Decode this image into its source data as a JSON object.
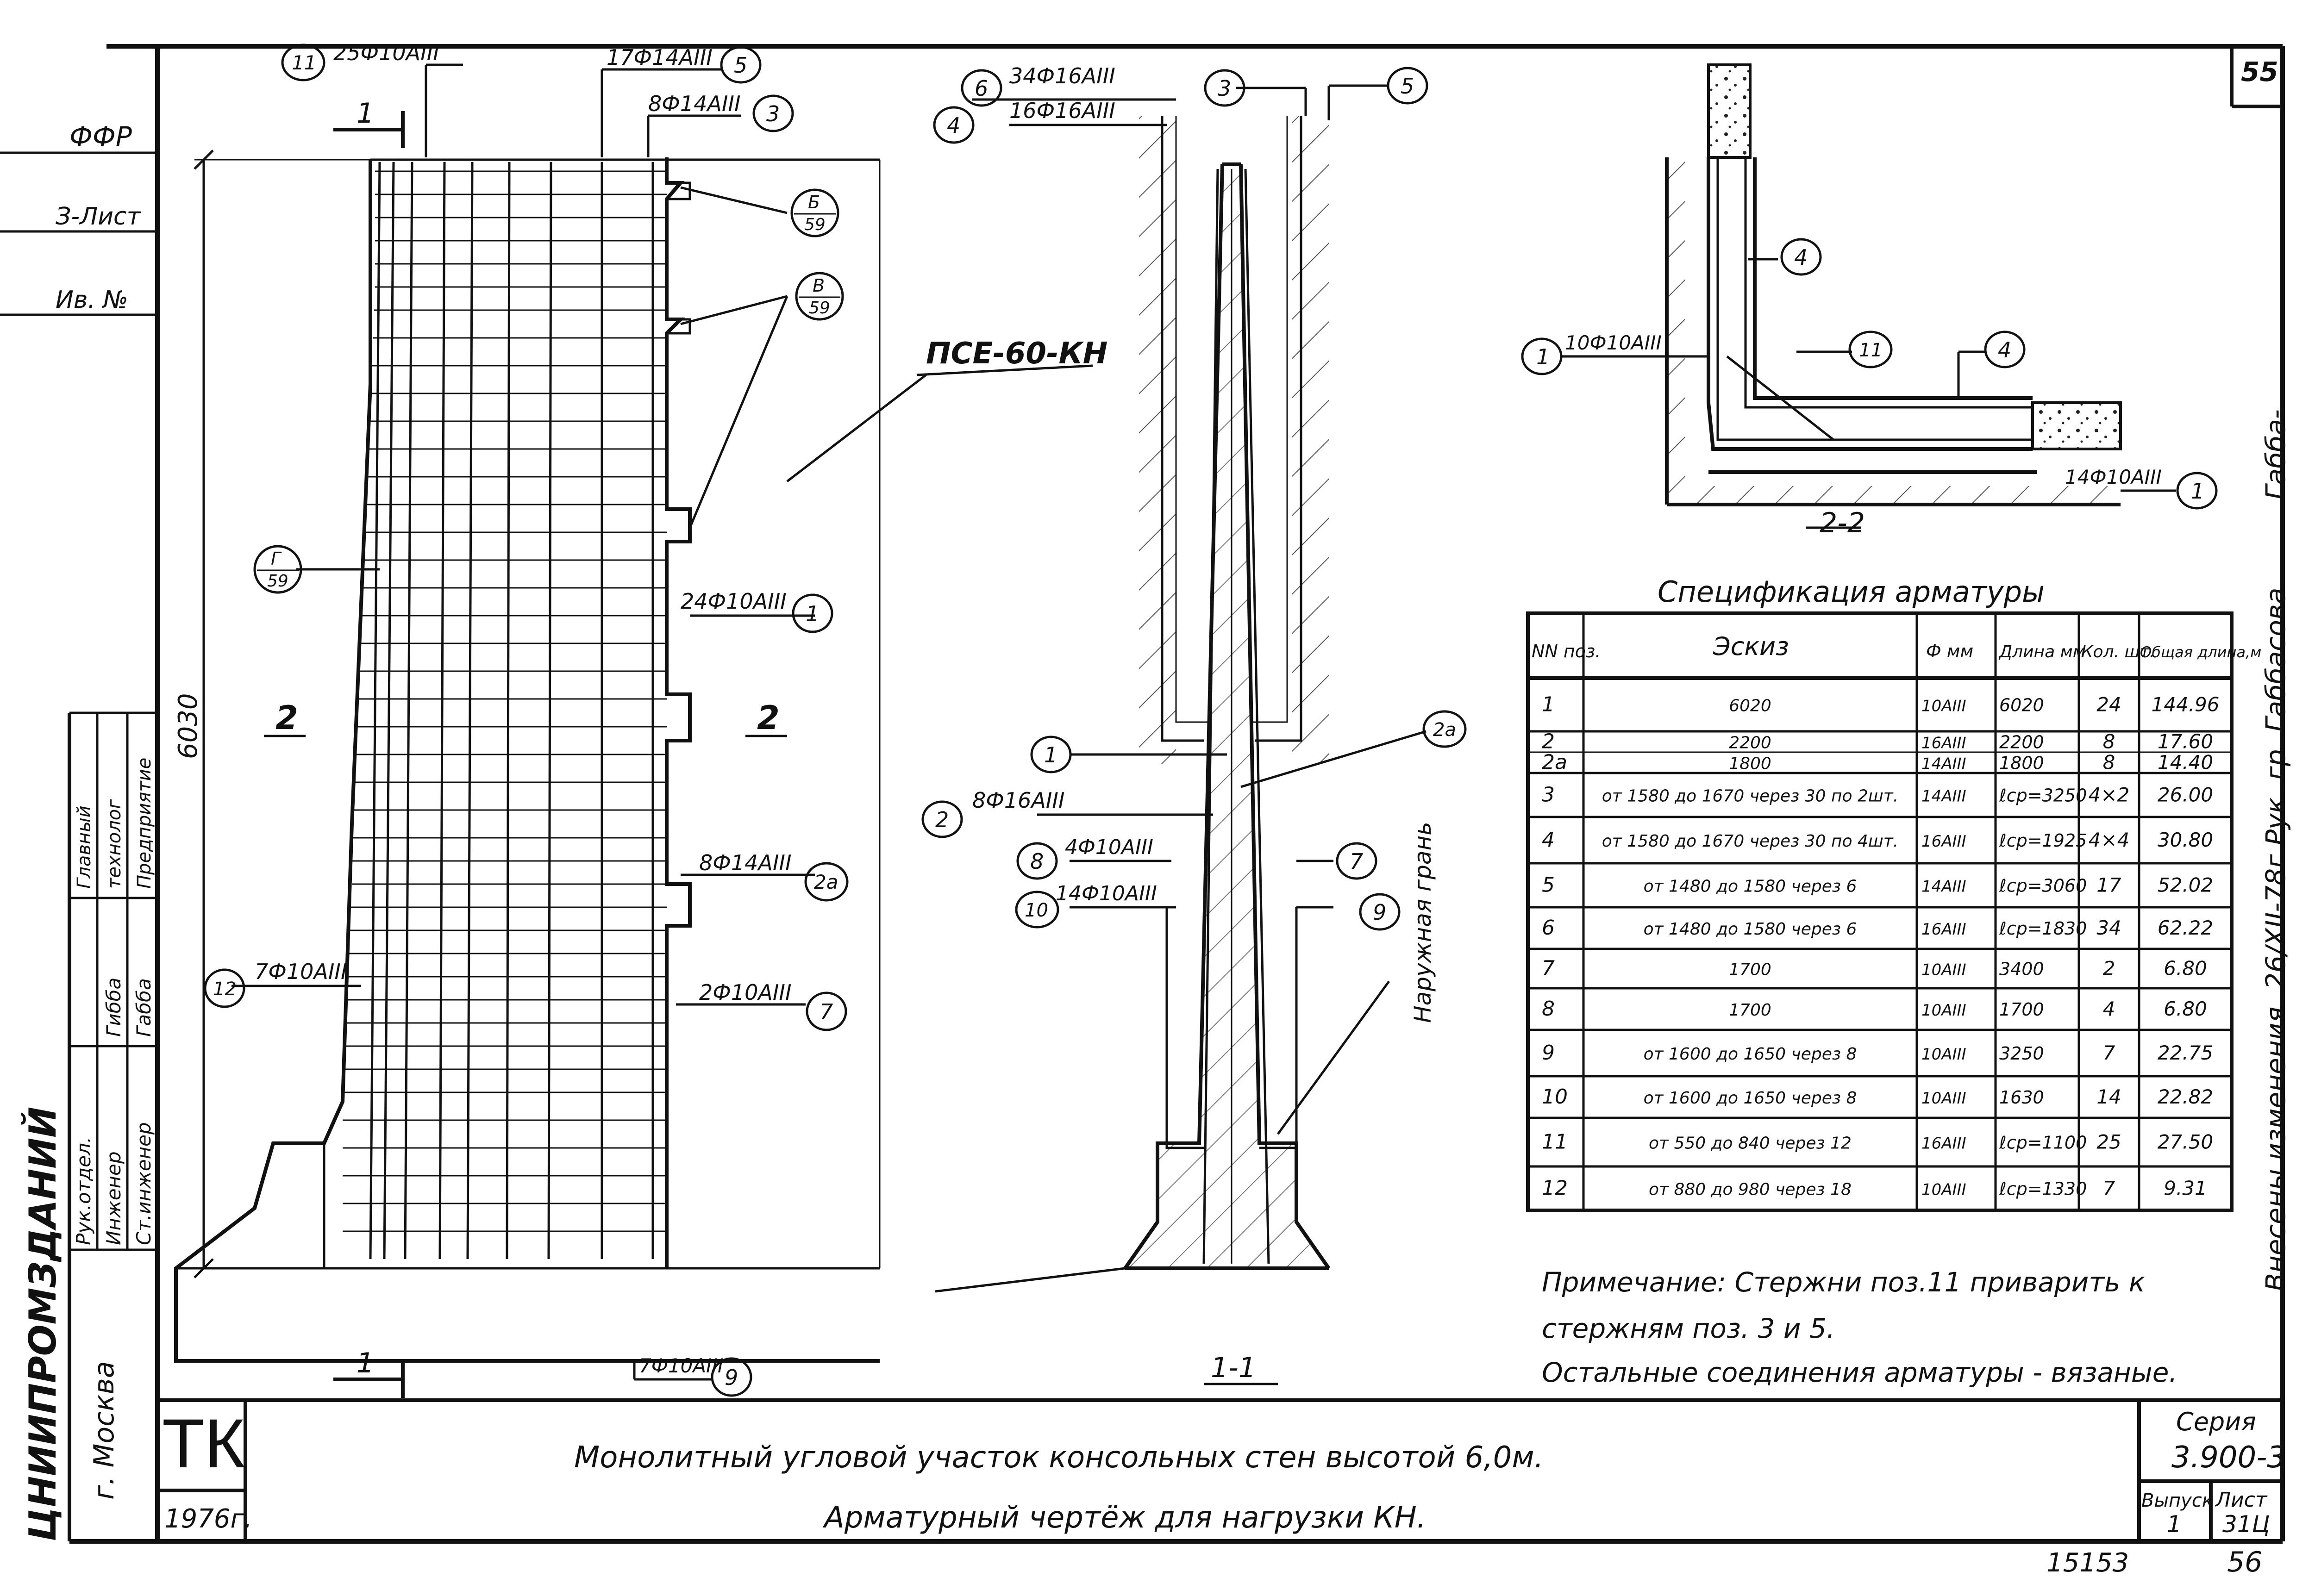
{
  "sheet": {
    "page_number_top": "55",
    "page_number_bottom": "56",
    "doc_number": "15153",
    "org_name": "ЦНИИПРОМЗДАНИЙ",
    "city": "г. Москва",
    "tk_mark": "ТК",
    "year": "1976г.",
    "title_line1": "Монолитный угловой участок консольных стен высотой 6,0м.",
    "title_line2": "Арматурный чертёж для нагрузки КН.",
    "series_label": "Серия",
    "series_value": "3.900-3",
    "issue_label": "Выпуск",
    "issue_value": "1",
    "sheet_label": "Лист",
    "sheet_value": "31Ц",
    "revision_note": "Внесены изменения. 26/XII-78г Рук. гр. Габбасова",
    "revision_sign": "Габба-"
  },
  "left_stamp": {
    "rows": [
      {
        "role": "Рук.отдел.",
        "name": "",
        "dept": "Главный"
      },
      {
        "role": "Инженер",
        "name": "Гибба",
        "dept": "технолог"
      },
      {
        "role": "Ст.инженер",
        "name": "Габба",
        "dept": "Предприятие"
      }
    ],
    "side_labels": [
      "ФФР",
      "З-Лист",
      "Ив. №"
    ]
  },
  "elevation": {
    "mark": "ПСЕ-60-КН",
    "height_dim": "6030",
    "section_top": "1",
    "section_bottom": "1",
    "section_left": "2",
    "section_right": "2",
    "callouts": [
      {
        "num": "11",
        "text": "25Ф10АIII"
      },
      {
        "num": "5",
        "text": "17Ф14АIII"
      },
      {
        "num": "3",
        "text": "8Ф14АIII"
      },
      {
        "num": "1",
        "text": "24Ф10АIII"
      },
      {
        "num": "2а",
        "text": "8Ф14АIII"
      },
      {
        "num": "7",
        "text": "2Ф10АIII"
      },
      {
        "num": "12",
        "text": "7Ф10АIII"
      },
      {
        "num": "9",
        "text": "7Ф10АIII"
      }
    ],
    "node_refs": [
      {
        "top": "Б",
        "bottom": "59"
      },
      {
        "top": "В",
        "bottom": "59"
      },
      {
        "top": "Г",
        "bottom": "59"
      }
    ]
  },
  "section_1_1": {
    "label": "1-1",
    "outer_face": "Наружная грань",
    "callouts": [
      {
        "num": "6",
        "text": "34Ф16АIII"
      },
      {
        "num": "4",
        "text": "16Ф16АIII"
      },
      {
        "num": "3",
        "text": ""
      },
      {
        "num": "5",
        "text": ""
      },
      {
        "num": "1",
        "text": ""
      },
      {
        "num": "2",
        "text": "8Ф16АIII"
      },
      {
        "num": "2а",
        "text": ""
      },
      {
        "num": "8",
        "text": "4Ф10АIII"
      },
      {
        "num": "10",
        "text": "14Ф10АIII"
      },
      {
        "num": "7",
        "text": ""
      },
      {
        "num": "9",
        "text": ""
      }
    ]
  },
  "section_2_2": {
    "label": "2-2",
    "callouts": [
      {
        "num": "4",
        "text": ""
      },
      {
        "num": "11",
        "text": ""
      },
      {
        "num": "4",
        "text": ""
      },
      {
        "num": "1",
        "text": "10Ф10АIII"
      },
      {
        "num": "1",
        "text": "14Ф10АIII"
      }
    ]
  },
  "spec": {
    "title": "Спецификация арматуры",
    "headers": [
      "NN поз.",
      "Эскиз",
      "Ф мм",
      "Длина мм",
      "Кол. шт.",
      "Общая длина,м"
    ],
    "rows": [
      [
        "1",
        "6020",
        "10АIII",
        "6020",
        "24",
        "144.96"
      ],
      [
        "2",
        "2200",
        "16АIII",
        "2200",
        "8",
        "17.60"
      ],
      [
        "2а",
        "1800",
        "14АIII",
        "1800",
        "8",
        "14.40"
      ],
      [
        "3",
        "от 1580 до 1670 через 30 по 2шт.",
        "14АIII",
        "ℓср=3250",
        "4×2",
        "26.00"
      ],
      [
        "4",
        "от 1580 до 1670 через 30 по 4шт.",
        "16АIII",
        "ℓср=1925",
        "4×4",
        "30.80"
      ],
      [
        "5",
        "от 1480 до 1580 через 6",
        "14АIII",
        "ℓср=3060",
        "17",
        "52.02"
      ],
      [
        "6",
        "от 1480 до 1580 через 6",
        "16АIII",
        "ℓср=1830",
        "34",
        "62.22"
      ],
      [
        "7",
        "1700",
        "10АIII",
        "3400",
        "2",
        "6.80"
      ],
      [
        "8",
        "1700",
        "10АIII",
        "1700",
        "4",
        "6.80"
      ],
      [
        "9",
        "от 1600 до 1650 через 8",
        "10АIII",
        "3250",
        "7",
        "22.75"
      ],
      [
        "10",
        "от 1600 до 1650 через 8",
        "10АIII",
        "1630",
        "14",
        "22.82"
      ],
      [
        "11",
        "от 550 до 840 через 12",
        "16АIII",
        "ℓср=1100",
        "25",
        "27.50"
      ],
      [
        "12",
        "от 880 до 980 через 18",
        "10АIII",
        "ℓср=1330",
        "7",
        "9.31"
      ]
    ]
  },
  "note": {
    "line1": "Примечание: Стержни поз.11 приварить к",
    "line2": "стержням поз. 3 и 5.",
    "line3": "Остальные соединения арматуры - вязаные."
  }
}
